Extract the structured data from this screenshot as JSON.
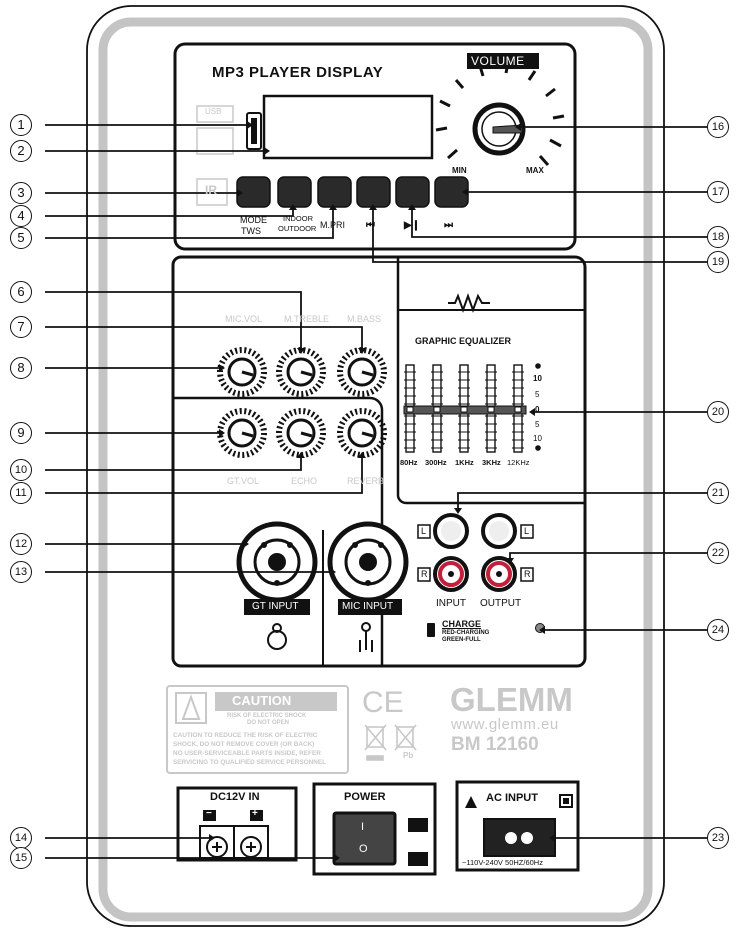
{
  "mp3": {
    "title": "MP3  PLAYER  DISPLAY",
    "volume_label": "VOLUME",
    "min_label": "MIN",
    "max_label": "MAX",
    "usb_label": "USB",
    "ir_label": "IR",
    "mode_label": "MODE",
    "tws_label": "TWS",
    "indoor_label": "INDOOR",
    "outdoor_label": "OUTDOOR",
    "mpri_label": "M.PRI",
    "prev_icon": "previous-track-icon",
    "playpause_icon": "play-pause-icon",
    "next_icon": "next-track-icon"
  },
  "mixer": {
    "mic_vol": "MIC.VOL",
    "m_treble": "M.TREBLE",
    "m_bass": "M.BASS",
    "gt_vol": "GT.VOL",
    "echo": "ECHO",
    "reverb": "REVERB",
    "gt_input": "GT INPUT",
    "mic_input": "MIC INPUT"
  },
  "equalizer": {
    "title": "GRAPHIC EQUALIZER",
    "bands": [
      "80Hz",
      "300Hz",
      "1KHz",
      "3KHz",
      "12KHz"
    ],
    "scale": [
      "10",
      "5",
      "0",
      "5",
      "10"
    ]
  },
  "io": {
    "l_label": "L",
    "r_label": "R",
    "input_label": "INPUT",
    "output_label": "OUTPUT",
    "charge_title": "CHARGE",
    "charge_red": "RED-CHARGING",
    "charge_green": "GREEN-FULL"
  },
  "caution": {
    "title": "CAUTION",
    "sub1": "RISK OF ELECTRIC SHOCK",
    "sub2": "DO NOT OPEN",
    "text1": "CAUTION  TO  REDUCE  THE  RISK  OF  ELECTRIC",
    "text2": "SHOCK,  DO  NOT  REMOVE  COVER  (OR  BACK)",
    "text3": "NO  USER-SERVICEABLE  PARTS  INSIDE,  REFER",
    "text4": "SERVICING  TO  QUALIFIED  SERVICE  PERSONNEL",
    "ce": "CE",
    "pb": "Pb"
  },
  "brand": {
    "name": "GLEMM",
    "url": "www.glemm.eu",
    "model": "BM 12160"
  },
  "power": {
    "dc_label": "DC12V IN",
    "minus": "−",
    "plus": "+",
    "power_label": "POWER",
    "switch_on": "I",
    "switch_off": "O",
    "ac_label": "AC INPUT",
    "ac_range": "~110V-240V 50HZ/60Hz"
  },
  "callouts": [
    "1",
    "2",
    "3",
    "4",
    "5",
    "6",
    "7",
    "8",
    "9",
    "10",
    "11",
    "12",
    "13",
    "14",
    "15",
    "16",
    "17",
    "18",
    "19",
    "20",
    "21",
    "22",
    "23",
    "24"
  ],
  "colors": {
    "ink": "#111111",
    "grey_frame": "#c4c4c4",
    "grey_text": "#c8c8c8",
    "red_ring": "#c0203a"
  }
}
